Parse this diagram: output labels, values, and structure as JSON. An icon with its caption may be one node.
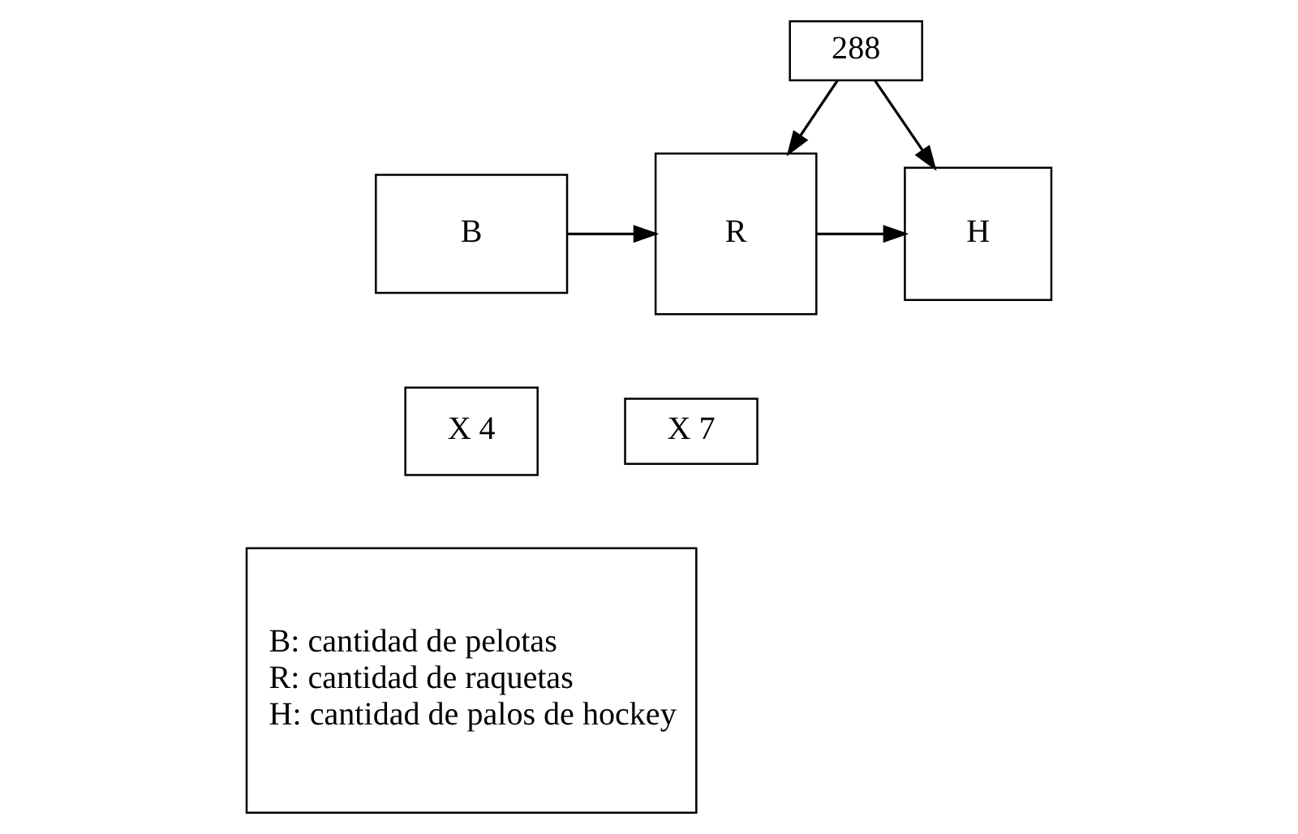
{
  "diagram": {
    "nodes": [
      {
        "text": [
          "288"
        ]
      },
      {
        "text": [
          "B"
        ]
      },
      {
        "text": [
          "R"
        ]
      },
      {
        "text": [
          "H"
        ]
      },
      {
        "text": [
          "X 4"
        ]
      },
      {
        "text": [
          "X 7"
        ]
      },
      {
        "text": [
          "B: cantidad de pelotas",
          "R: cantidad de raquetas",
          "H: cantidad de palos de hockey"
        ]
      }
    ],
    "edges": [
      {
        "from": 0,
        "to": 2,
        "arrow": "to"
      },
      {
        "from": 0,
        "to": 3,
        "arrow": "to"
      },
      {
        "from": 1,
        "to": 2,
        "arrow": "to"
      },
      {
        "from": 2,
        "to": 3,
        "arrow": "to"
      }
    ]
  }
}
